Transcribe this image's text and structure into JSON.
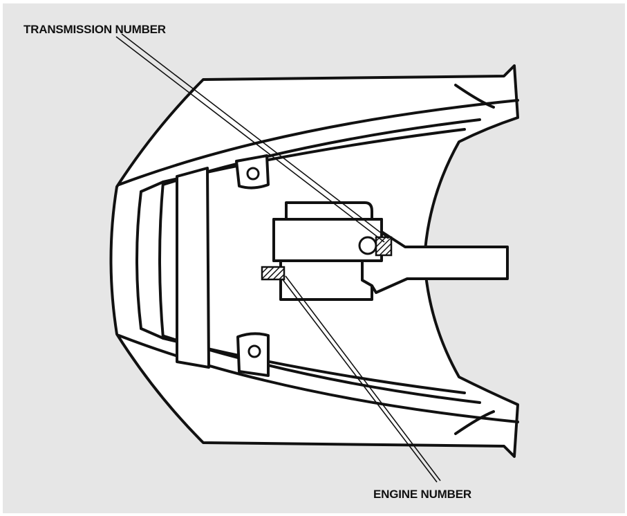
{
  "labels": {
    "transmission": "TRANSMISSION NUMBER",
    "engine": "ENGINE NUMBER"
  },
  "colors": {
    "background": "#e6e6e6",
    "line": "#111111",
    "fill": "#ffffff"
  },
  "icons": {
    "frame": "motorcycle-frame-top-view",
    "hatch": "stamped-number-area"
  }
}
